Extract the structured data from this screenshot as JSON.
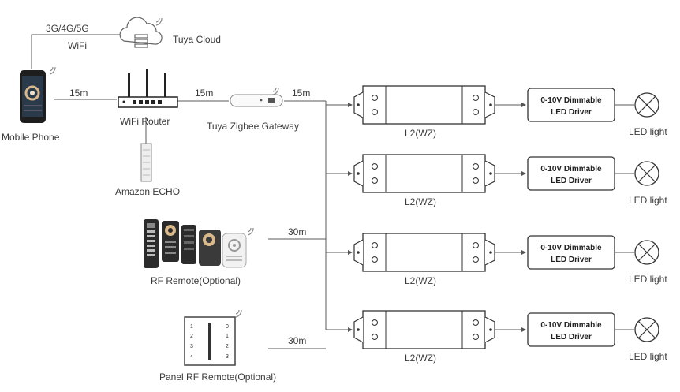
{
  "cloud": {
    "label": "Tuya Cloud",
    "icon": "cloud-icon"
  },
  "network": {
    "top": "3G/4G/5G",
    "bottom": "WiFi"
  },
  "phone": {
    "label": "Mobile Phone",
    "icon": "smartphone-icon"
  },
  "router": {
    "label": "WiFi Router",
    "icon": "router-icon"
  },
  "gateway": {
    "label": "Tuya Zigbee Gateway",
    "icon": "gateway-icon"
  },
  "echo": {
    "label": "Amazon ECHO",
    "icon": "speaker-icon"
  },
  "rf_remote": {
    "label": "RF Remote(Optional)",
    "icon": "remote-icon"
  },
  "panel_remote": {
    "label": "Panel RF Remote(Optional)",
    "icon": "wall-panel-icon",
    "keys_left": [
      "1",
      "2",
      "3",
      "4"
    ],
    "keys_right": [
      "0",
      "1",
      "2",
      "3"
    ]
  },
  "distances": {
    "phone_router": "15m",
    "router_gateway": "15m",
    "gateway_bus": "15m",
    "rf_remote": "30m",
    "panel_remote": "30m"
  },
  "controllers": [
    {
      "label": "L2(WZ)"
    },
    {
      "label": "L2(WZ)"
    },
    {
      "label": "L2(WZ)"
    },
    {
      "label": "L2(WZ)"
    }
  ],
  "drivers": [
    {
      "line1": "0-10V Dimmable",
      "line2": "LED Driver"
    },
    {
      "line1": "0-10V Dimmable",
      "line2": "LED Driver"
    },
    {
      "line1": "0-10V Dimmable",
      "line2": "LED Driver"
    },
    {
      "line1": "0-10V Dimmable",
      "line2": "LED Driver"
    }
  ],
  "lights": [
    {
      "label": "LED light",
      "icon": "lamp-icon"
    },
    {
      "label": "LED light",
      "icon": "lamp-icon"
    },
    {
      "label": "LED light",
      "icon": "lamp-icon"
    },
    {
      "label": "LED light",
      "icon": "lamp-icon"
    }
  ],
  "colors": {
    "line": "#5a5a5a",
    "stroke": "#333333",
    "device_dark": "#2e2e2e",
    "accent": "#d9b98a"
  }
}
